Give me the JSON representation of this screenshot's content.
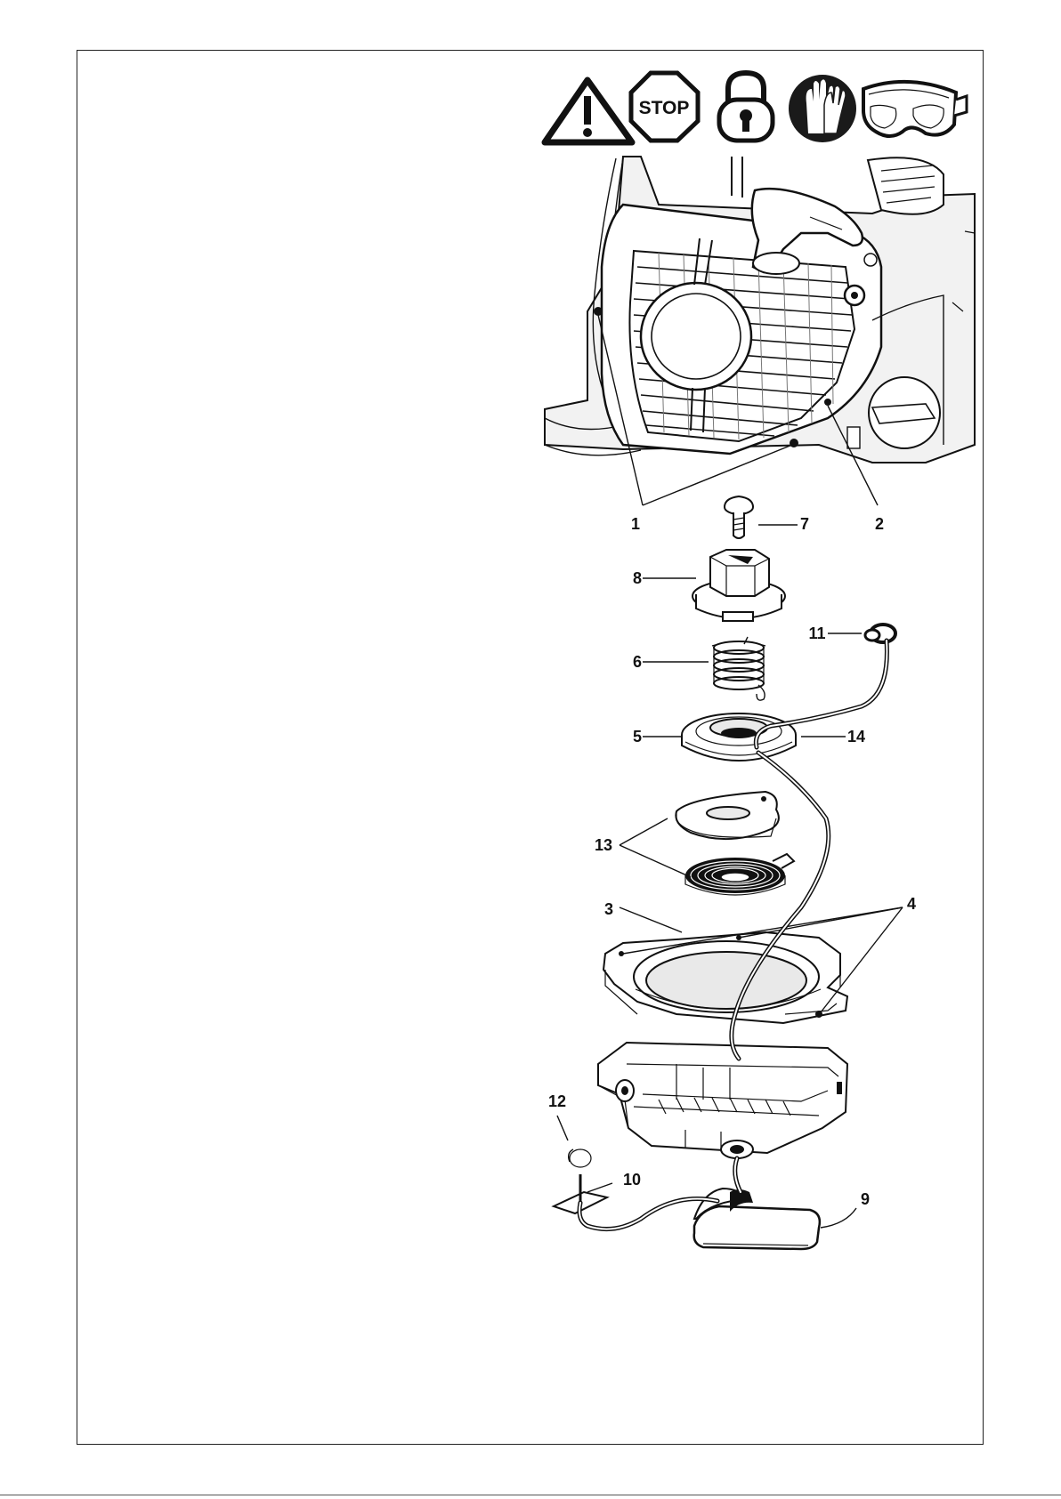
{
  "safety_signs": {
    "stop_text": "STOP",
    "icons": [
      "warning-triangle-icon",
      "stop-sign-icon",
      "padlock-icon",
      "gloves-icon",
      "safety-goggles-icon"
    ]
  },
  "callouts": {
    "c1": "1",
    "c2": "2",
    "c3": "3",
    "c4": "4",
    "c5": "5",
    "c6": "6",
    "c7": "7",
    "c8": "8",
    "c9": "9",
    "c10": "10",
    "c11": "11",
    "c12": "12",
    "c13": "13",
    "c14": "14"
  }
}
